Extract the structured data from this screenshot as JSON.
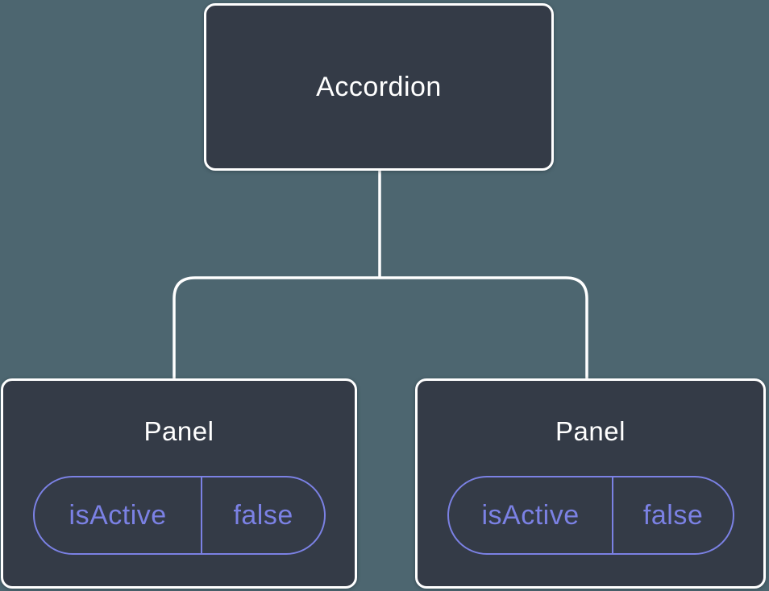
{
  "diagram": {
    "root": {
      "label": "Accordion"
    },
    "panels": [
      {
        "label": "Panel",
        "prop": {
          "name": "isActive",
          "value": "false"
        }
      },
      {
        "label": "Panel",
        "prop": {
          "name": "isActive",
          "value": "false"
        }
      }
    ]
  },
  "colors": {
    "background": "#4d6670",
    "node_fill": "#343b47",
    "node_border": "#ffffff",
    "node_text": "#ffffff",
    "accent": "#7b81e4"
  }
}
